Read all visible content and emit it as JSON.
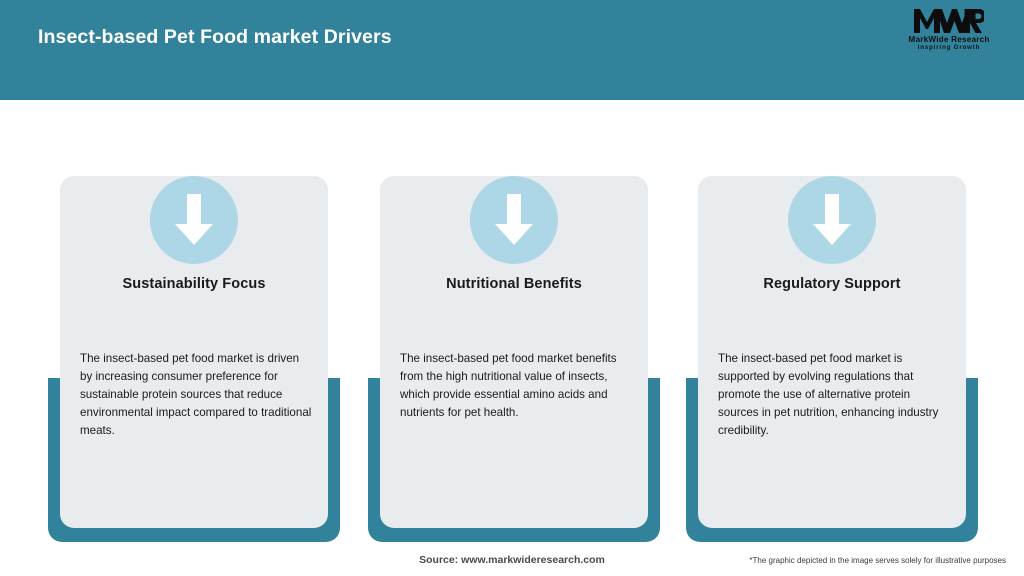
{
  "header": {
    "title": "Insect-based Pet Food market Drivers",
    "band_color": "#31829A",
    "title_color": "#FFFFFF"
  },
  "logo": {
    "mark_text": "MWR",
    "brand_name": "MarkWide Research",
    "tagline": "Inspiring Growth"
  },
  "theme": {
    "accent": "#31829A",
    "card_background": "#E8ECEE",
    "icon_circle": "#ADD7E6",
    "arrow": "#FFFFFF"
  },
  "cards": [
    {
      "icon": "arrow-down-icon",
      "title": "Sustainability Focus",
      "body": "The insect-based pet food market is driven by increasing consumer preference for sustainable protein sources that reduce environmental impact compared to traditional meats."
    },
    {
      "icon": "arrow-down-icon",
      "title": "Nutritional Benefits",
      "body": "The insect-based pet food market benefits from the high nutritional value of insects, which provide essential amino acids and nutrients for pet health."
    },
    {
      "icon": "arrow-down-icon",
      "title": "Regulatory Support",
      "body": "The insect-based pet food market is supported by evolving regulations that promote the use of alternative protein sources in pet nutrition, enhancing industry credibility."
    }
  ],
  "footer": {
    "source": "Source: www.markwideresearch.com",
    "disclaimer": "*The graphic depicted in the image serves solely for illustrative purposes"
  }
}
